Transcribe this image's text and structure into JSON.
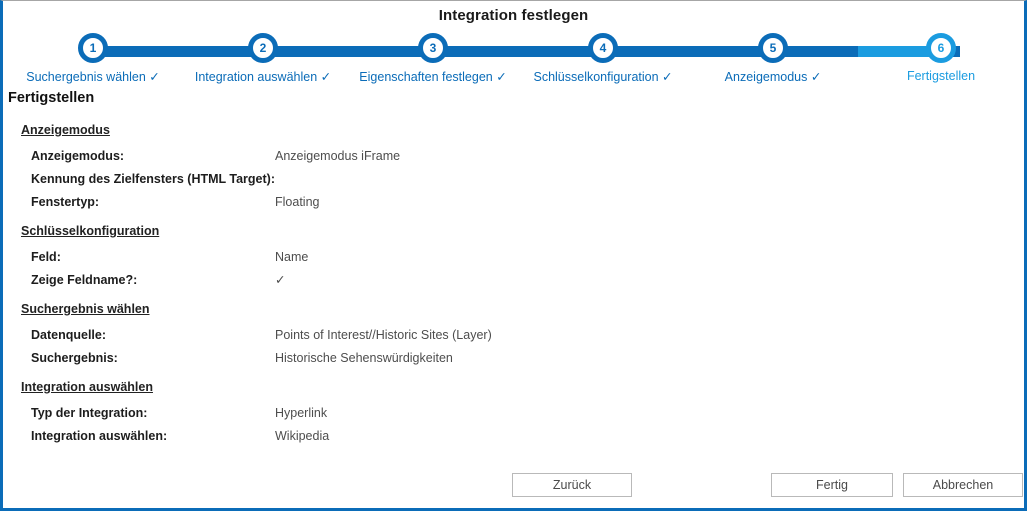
{
  "window": {
    "title": "Integration festlegen",
    "accent_color": "#0b6cb8",
    "accent_light_color": "#1b9ce0"
  },
  "stepper": {
    "steps": [
      {
        "number": "1",
        "label": "Suchergebnis wählen ✓",
        "state": "done"
      },
      {
        "number": "2",
        "label": "Integration auswählen ✓",
        "state": "done"
      },
      {
        "number": "3",
        "label": "Eigenschaften festlegen ✓",
        "state": "done"
      },
      {
        "number": "4",
        "label": "Schlüsselkonfiguration ✓",
        "state": "done"
      },
      {
        "number": "5",
        "label": "Anzeigemodus ✓",
        "state": "done"
      },
      {
        "number": "6",
        "label": "Fertigstellen",
        "state": "current"
      }
    ]
  },
  "page": {
    "heading": "Fertigstellen",
    "sections": [
      {
        "title": "Anzeigemodus",
        "rows": [
          {
            "key": "Anzeigemodus:",
            "value": "Anzeigemodus iFrame"
          },
          {
            "key": "Kennung des Zielfensters (HTML Target):",
            "value": ""
          },
          {
            "key": "Fenstertyp:",
            "value": "Floating"
          }
        ]
      },
      {
        "title": "Schlüsselkonfiguration",
        "rows": [
          {
            "key": "Feld:",
            "value": "Name"
          },
          {
            "key": "Zeige Feldname?:",
            "value": "✓"
          }
        ]
      },
      {
        "title": "Suchergebnis wählen",
        "rows": [
          {
            "key": "Datenquelle:",
            "value": "Points of Interest//Historic Sites (Layer)"
          },
          {
            "key": "Suchergebnis:",
            "value": "Historische Sehenswürdigkeiten"
          }
        ]
      },
      {
        "title": "Integration auswählen",
        "rows": [
          {
            "key": "Typ der Integration:",
            "value": "Hyperlink"
          },
          {
            "key": "Integration auswählen:",
            "value": "Wikipedia"
          }
        ]
      }
    ]
  },
  "footer": {
    "back_label": "Zurück",
    "finish_label": "Fertig",
    "cancel_label": "Abbrechen"
  }
}
